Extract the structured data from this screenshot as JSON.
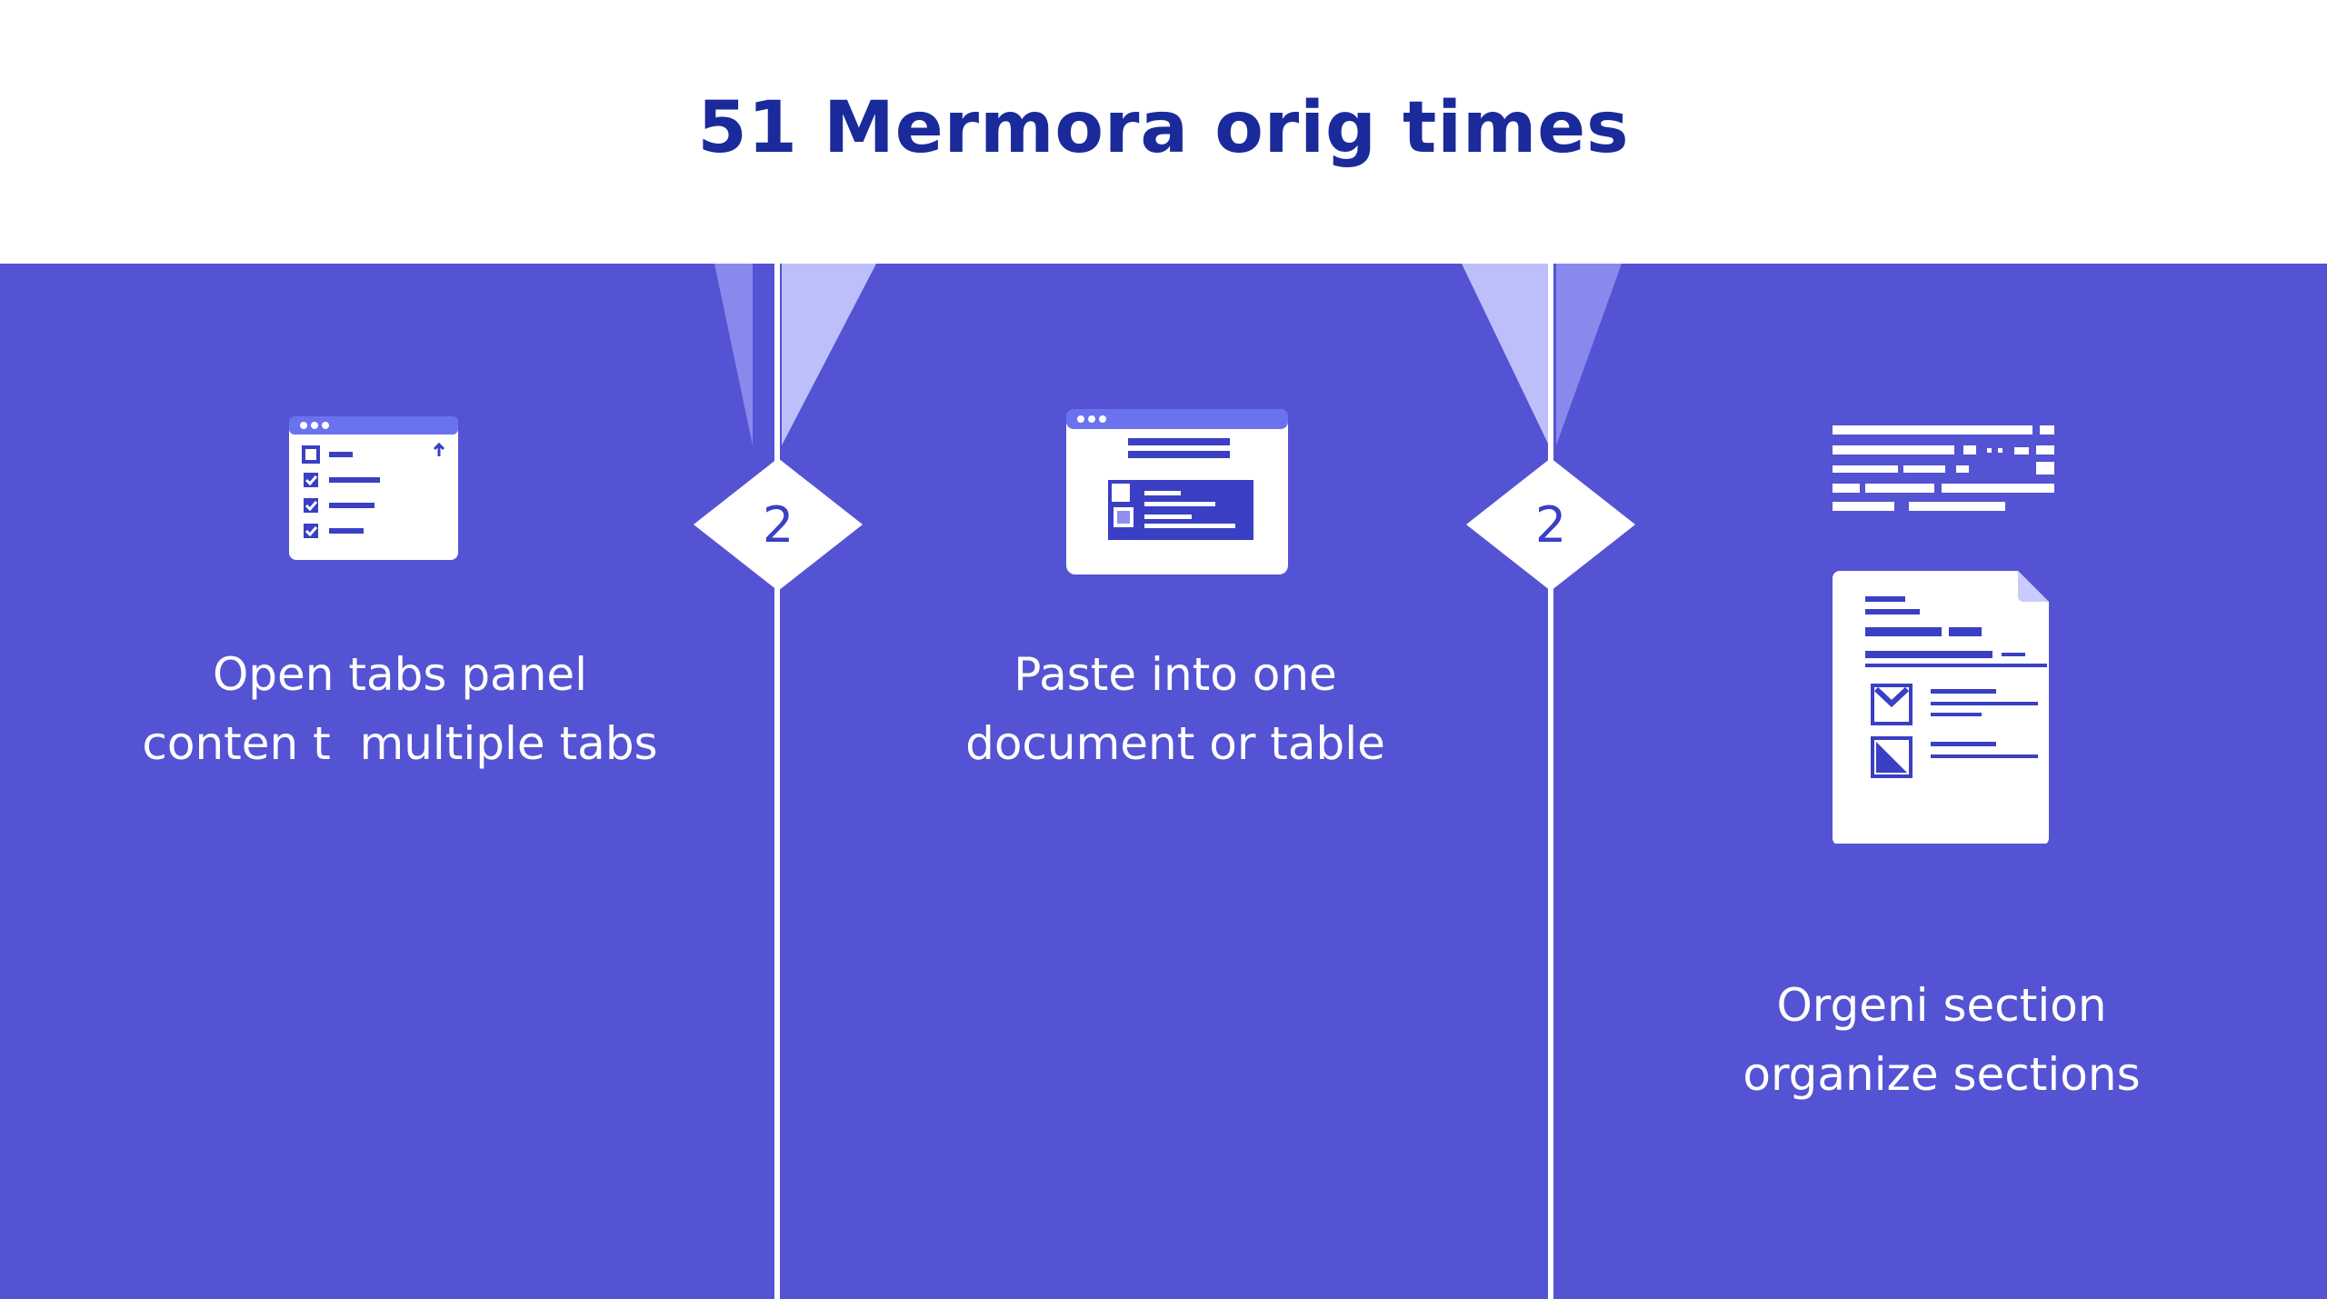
{
  "title": "51 Mermora orig times",
  "colors": {
    "band": "#5453d4",
    "title": "#1a2a9a",
    "icon_accent": "#3a3fc4",
    "icon_header": "#6b72ee",
    "white": "#ffffff"
  },
  "steps": [
    {
      "icon": "browser-checklist-icon",
      "caption_lines": [
        "Open tabs panel",
        "conten t  multiple tabs"
      ]
    },
    {
      "marker": "2",
      "icon": "browser-document-icon",
      "caption_lines": [
        "Paste into one",
        "document or table"
      ]
    },
    {
      "marker": "2",
      "icon": "text-document-icon",
      "caption_lines": [
        "Orgeni section",
        "organize sections"
      ]
    }
  ]
}
